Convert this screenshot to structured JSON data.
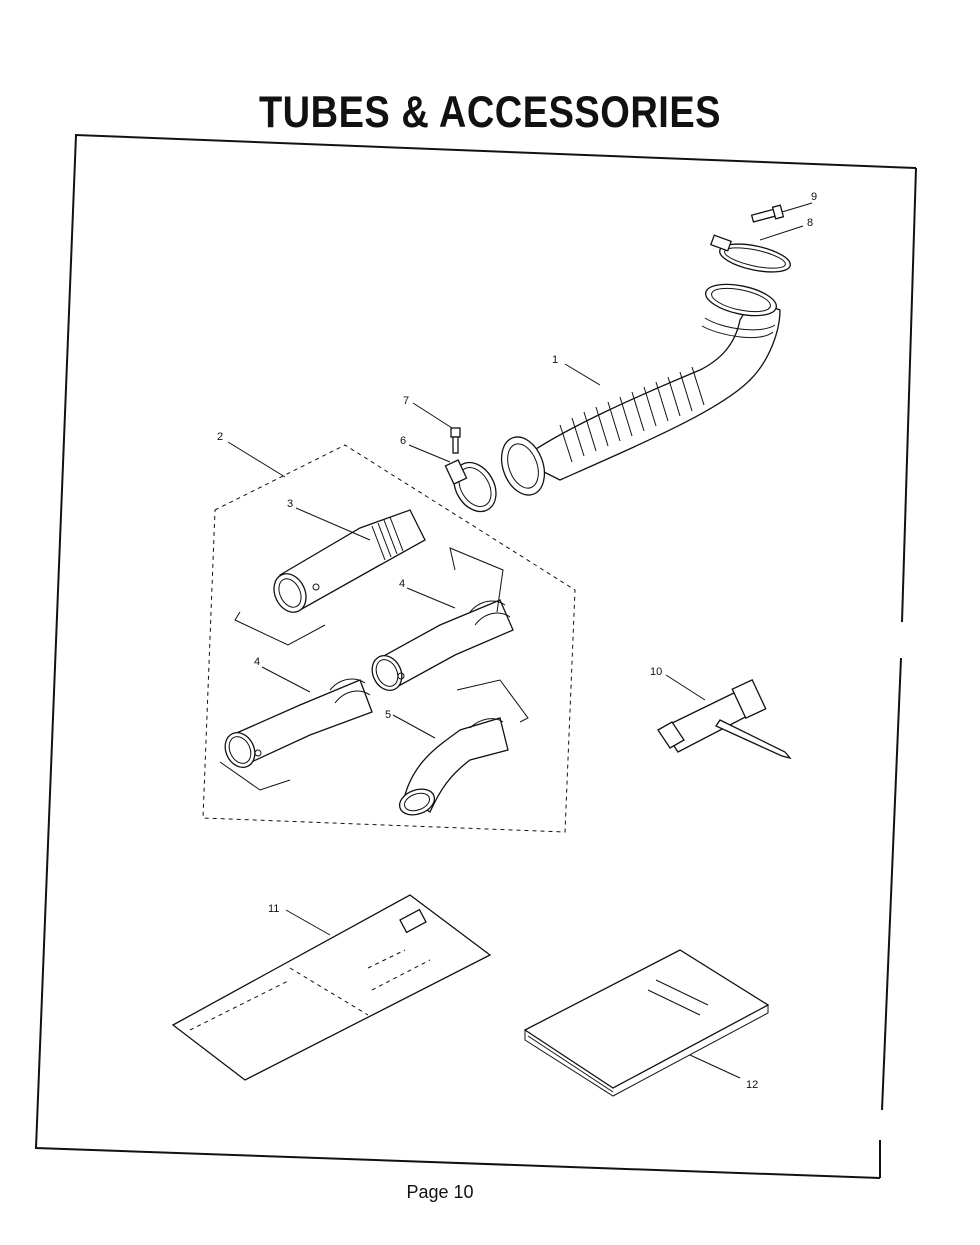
{
  "page": {
    "title": "TUBES & ACCESSORIES",
    "page_number": "Page 10"
  },
  "callouts": [
    "1",
    "2",
    "3",
    "4",
    "5",
    "6",
    "7",
    "8",
    "9",
    "10",
    "11",
    "12"
  ],
  "parts": [
    {
      "id": "1",
      "name": "flex-tube"
    },
    {
      "id": "2",
      "name": "tube-set"
    },
    {
      "id": "3",
      "name": "upper-tube"
    },
    {
      "id": "4",
      "name": "straight-tube"
    },
    {
      "id": "5",
      "name": "nozzle"
    },
    {
      "id": "6",
      "name": "hose-clamp"
    },
    {
      "id": "7",
      "name": "clamp-screw"
    },
    {
      "id": "8",
      "name": "elbow-clamp"
    },
    {
      "id": "9",
      "name": "elbow-screw"
    },
    {
      "id": "10",
      "name": "spark-plug-wrench"
    },
    {
      "id": "11",
      "name": "warranty-card"
    },
    {
      "id": "12",
      "name": "owners-manual"
    }
  ]
}
